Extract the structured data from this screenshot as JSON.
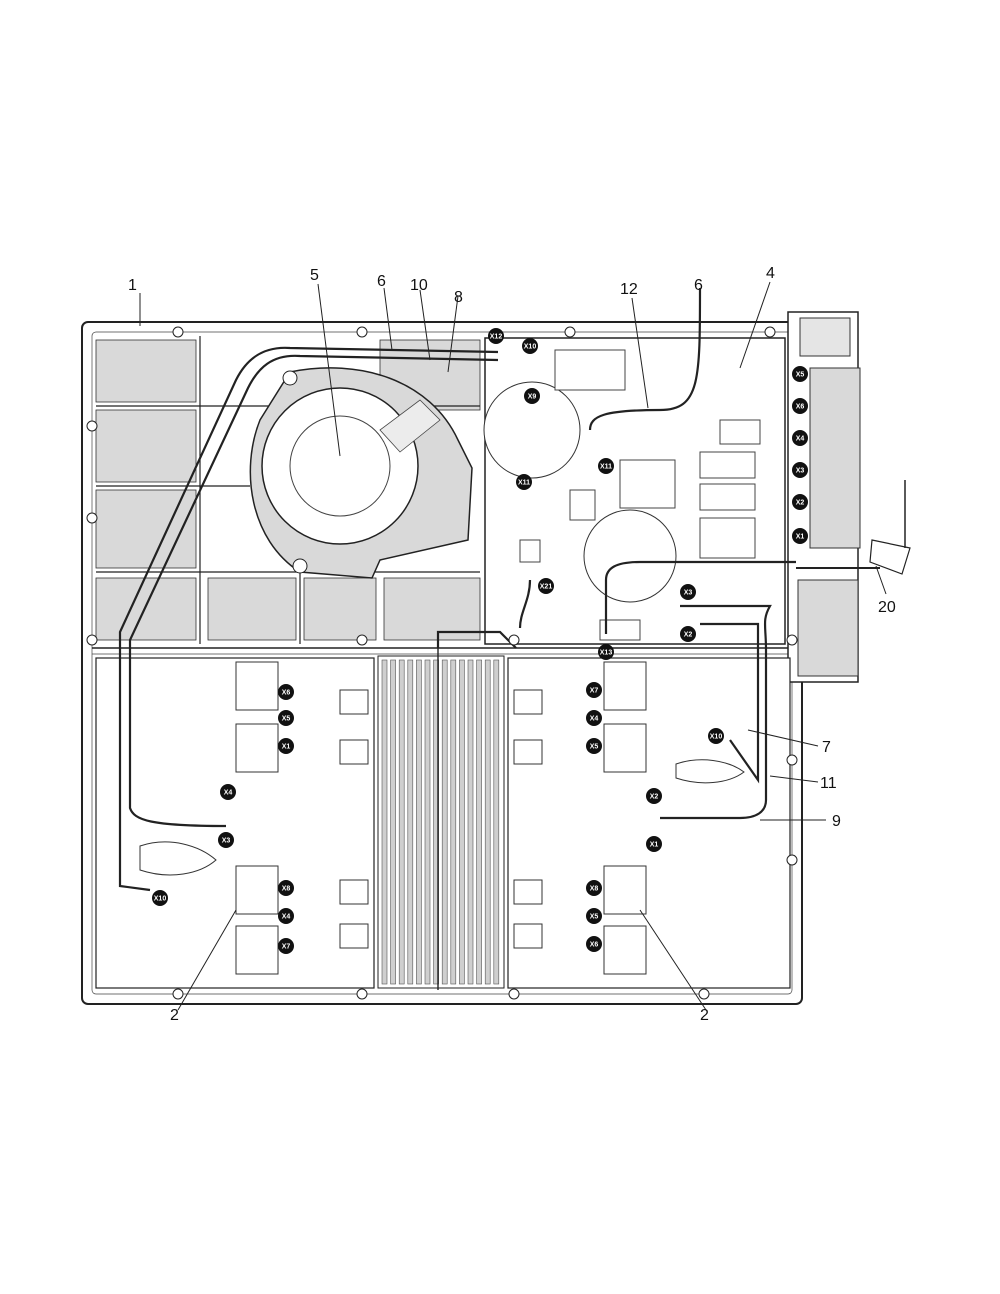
{
  "callouts": [
    {
      "id": "c1",
      "text": "1"
    },
    {
      "id": "c5",
      "text": "5"
    },
    {
      "id": "c6a",
      "text": "6"
    },
    {
      "id": "c10",
      "text": "10"
    },
    {
      "id": "c8",
      "text": "8"
    },
    {
      "id": "c12",
      "text": "12"
    },
    {
      "id": "c6b",
      "text": "6"
    },
    {
      "id": "c4",
      "text": "4"
    },
    {
      "id": "c20",
      "text": "20"
    },
    {
      "id": "c7",
      "text": "7"
    },
    {
      "id": "c11",
      "text": "11"
    },
    {
      "id": "c9",
      "text": "9"
    },
    {
      "id": "c2a",
      "text": "2"
    },
    {
      "id": "c2b",
      "text": "2"
    }
  ],
  "connectors": {
    "top": [
      "X12",
      "X10",
      "X9",
      "X11",
      "X11",
      "X21",
      "X3",
      "X2",
      "X13"
    ],
    "right_strip": [
      "X5",
      "X6",
      "X4",
      "X3",
      "X2",
      "X1"
    ],
    "left_module": [
      "X6",
      "X5",
      "X1",
      "X4",
      "X3",
      "X10",
      "X8",
      "X4",
      "X7"
    ],
    "right_module": [
      "X7",
      "X4",
      "X5",
      "X10",
      "X2",
      "X1",
      "X8",
      "X5",
      "X6"
    ]
  }
}
